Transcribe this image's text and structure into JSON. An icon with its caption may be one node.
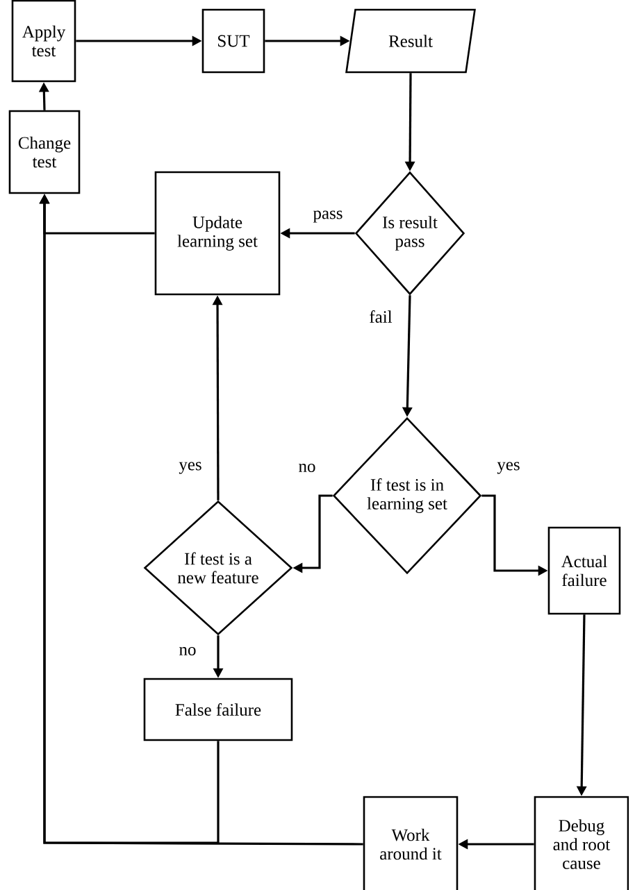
{
  "diagram": {
    "nodes": [
      {
        "text": [
          "Apply test"
        ]
      },
      {
        "text": [
          "SUT"
        ]
      },
      {
        "text": [
          "Result"
        ]
      },
      {
        "text": [
          "Change test"
        ]
      },
      {
        "text": [
          "Update learning set"
        ]
      },
      {
        "text": [
          "Is result pass"
        ]
      },
      {
        "text": [
          "If test is in learning set"
        ]
      },
      {
        "text": [
          "If test is a new feature"
        ]
      },
      {
        "text": [
          "Actual failure"
        ]
      },
      {
        "text": [
          "False failure"
        ]
      },
      {
        "text": [
          "Debug and root cause"
        ]
      },
      {
        "text": [
          "Work around it"
        ]
      }
    ],
    "edges": [
      {
        "from": 0,
        "to": 1,
        "arrow": "to"
      },
      {
        "from": 1,
        "to": 2,
        "arrow": "to"
      },
      {
        "from": 2,
        "to": 5,
        "arrow": "to"
      },
      {
        "from": 5,
        "to": 4,
        "arrow": "to",
        "label": "pass"
      },
      {
        "from": 5,
        "to": 6,
        "arrow": "to",
        "label": "fail"
      },
      {
        "from": 6,
        "to": 7,
        "arrow": "to",
        "label": "no"
      },
      {
        "from": 6,
        "to": 8,
        "arrow": "to",
        "label": "yes"
      },
      {
        "from": 7,
        "to": 4,
        "arrow": "to",
        "label": "yes"
      },
      {
        "from": 7,
        "to": 9,
        "arrow": "to",
        "label": "no"
      },
      {
        "from": 8,
        "to": 10,
        "arrow": "to"
      },
      {
        "from": 10,
        "to": 11,
        "arrow": "to"
      },
      {
        "from": 11,
        "to": 3,
        "arrow": "to"
      },
      {
        "from": 9,
        "to": 3,
        "arrow": "to"
      },
      {
        "from": 4,
        "to": 3,
        "arrow": "to"
      },
      {
        "from": 3,
        "to": 0,
        "arrow": "to"
      }
    ]
  }
}
